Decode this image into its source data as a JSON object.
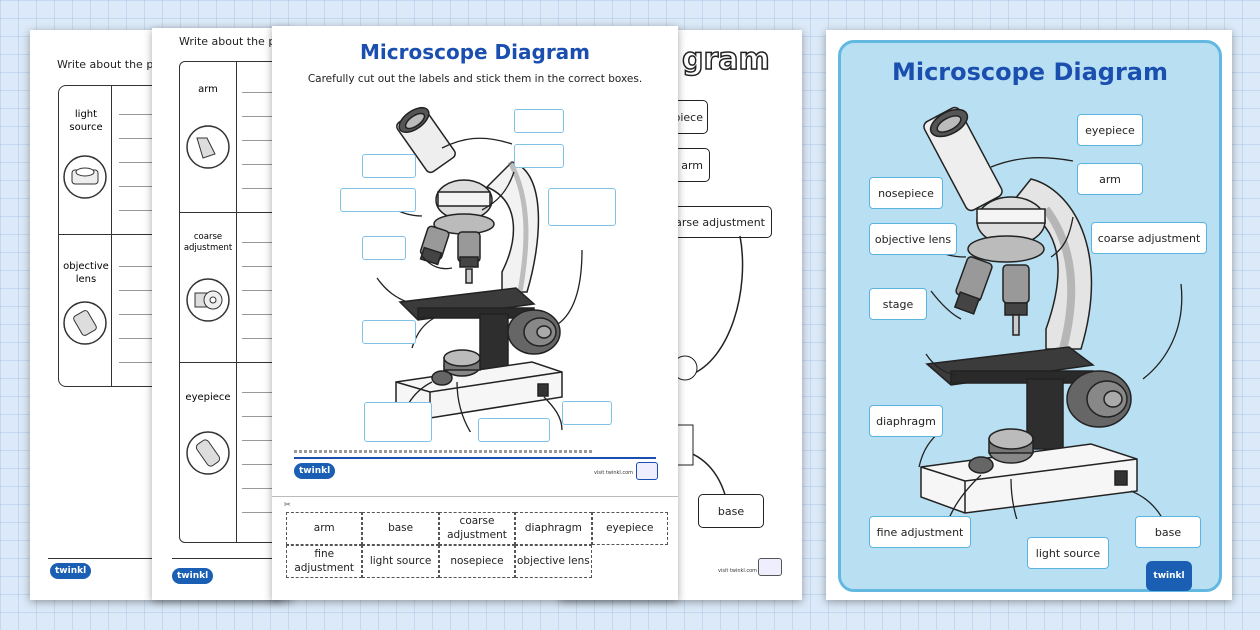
{
  "sheet1": {
    "instruction": "Write about the parts",
    "rows": [
      {
        "label": "light source",
        "icon": "lamp-icon"
      },
      {
        "label": "objective lens",
        "icon": "lens-icon"
      }
    ],
    "logo": "twinkl"
  },
  "sheet2": {
    "instruction": "Write about the parts",
    "rows": [
      {
        "label": "arm",
        "icon": "arm-icon"
      },
      {
        "label": "coarse adjustment",
        "icon": "knob-icon"
      },
      {
        "label": "eyepiece",
        "icon": "eyepiece-icon"
      }
    ],
    "logo": "twinkl"
  },
  "sheet3": {
    "title": "Microscope Diagram",
    "subtitle": "Carefully cut out the labels and stick them in the correct boxes.",
    "logo": "twinkl",
    "footer_url": "visit twinkl.com",
    "cut_labels": [
      "arm",
      "base",
      "coarse adjustment",
      "diaphragm",
      "eyepiece",
      "fine adjustment",
      "light source",
      "nosepiece",
      "objective lens"
    ]
  },
  "sheet4": {
    "title_partial": "gram",
    "labels": [
      "eyepiece",
      "arm",
      "coarse adjustment",
      "base"
    ],
    "footer_url": "visit twinkl.com"
  },
  "poster": {
    "title": "Microscope Diagram",
    "labels": {
      "eyepiece": "eyepiece",
      "nosepiece": "nosepiece",
      "arm": "arm",
      "objective_lens": "objective lens",
      "coarse_adjustment": "coarse adjustment",
      "stage": "stage",
      "diaphragm": "diaphragm",
      "fine_adjustment": "fine adjustment",
      "light_source": "light source",
      "base": "base"
    },
    "logo": "twinkl"
  },
  "colors": {
    "title_blue": "#1a4fb0",
    "poster_bg": "#b9e0f2",
    "poster_border": "#63b8e2",
    "label_border": "#5bb4e0"
  }
}
